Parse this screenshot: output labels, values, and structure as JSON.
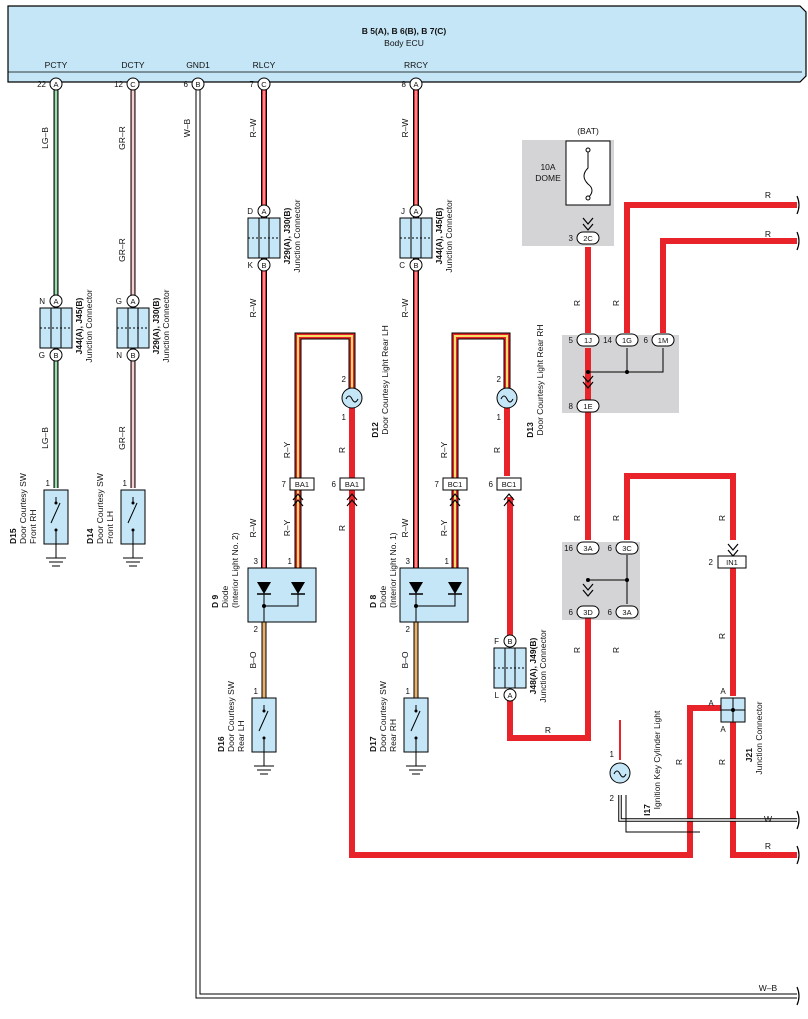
{
  "ecu": {
    "title": "B 5(A), B 6(B), B 7(C)",
    "name": "Body ECU",
    "terminals": [
      {
        "name": "PCTY",
        "pin": "22",
        "conn": "A"
      },
      {
        "name": "DCTY",
        "pin": "12",
        "conn": "C"
      },
      {
        "name": "GND1",
        "pin": "6",
        "conn": "B"
      },
      {
        "name": "RLCY",
        "pin": "7",
        "conn": "C"
      },
      {
        "name": "RRCY",
        "pin": "8",
        "conn": "A"
      }
    ]
  },
  "wires": {
    "lg_b": "LG–B",
    "gr_r": "GR–R",
    "w_b": "W–B",
    "r_w": "R–W",
    "r_y": "R–Y",
    "b_o": "B–O",
    "r": "R",
    "w": "W"
  },
  "connectors": {
    "j44_j45": {
      "code": "J44(A), J45(B)",
      "name": "Junction Connector"
    },
    "j29_j30": {
      "code": "J29(A), J30(B)",
      "name": "Junction Connector"
    },
    "j48_j49": {
      "code": "J48(A), J49(B)",
      "name": "Junction Connector"
    },
    "j21": {
      "code": "J21",
      "name": "Junction Connector"
    },
    "ba1": "BA1",
    "bc1": "BC1",
    "in1": "IN1"
  },
  "components": {
    "d15": {
      "code": "D15",
      "line1": "Door Courtesy SW",
      "line2": "Front RH"
    },
    "d14": {
      "code": "D14",
      "line1": "Door Courtesy SW",
      "line2": "Front LH"
    },
    "d16": {
      "code": "D16",
      "line1": "Door Courtesy SW",
      "line2": "Rear LH"
    },
    "d17": {
      "code": "D17",
      "line1": "Door Courtesy SW",
      "line2": "Rear RH"
    },
    "d9": {
      "code": "D 9",
      "line1": "Diode",
      "line2": "(Interior Light No. 2)"
    },
    "d8": {
      "code": "D 8",
      "line1": "Diode",
      "line2": "(Interior Light No. 1)"
    },
    "d12": {
      "code": "D12",
      "name": "Door Courtesy Light Rear LH"
    },
    "d13": {
      "code": "D13",
      "name": "Door Courtesy Light Rear RH"
    },
    "i17": {
      "code": "I17",
      "name": "Ignition Key Cylinder Light"
    }
  },
  "fuse": {
    "bat": "(BAT)",
    "amp": "10A",
    "name": "DOME"
  },
  "junction_labels": {
    "2C": "2C",
    "1J": "1J",
    "1G": "1G",
    "1M": "1M",
    "1E": "1E",
    "3A": "3A",
    "3C": "3C",
    "3D": "3D"
  },
  "pins": {
    "p1": "1",
    "p2": "2",
    "p3": "3",
    "p5": "5",
    "p6": "6",
    "p7": "7",
    "p8": "8",
    "p14": "14",
    "p16": "16",
    "D": "D",
    "K": "K",
    "J": "J",
    "C": "C",
    "N": "N",
    "G": "G",
    "F": "F",
    "L": "L",
    "A": "A",
    "B": "B"
  },
  "colors": {
    "ecu_fill": "#c5e6f7",
    "red_wire": "#e8242a",
    "gray_box": "#d4d4d6",
    "conn_fill": "#c5e6f7",
    "lg_green": "#4fae6a",
    "pink": "#e8a0a0",
    "yellow": "#f5e06a",
    "orange": "#e8b06a"
  }
}
